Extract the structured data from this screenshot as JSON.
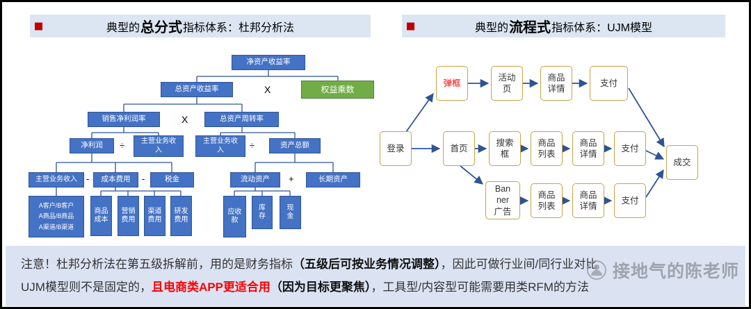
{
  "colors": {
    "node_blue": "#4472c4",
    "node_green": "#70ad47",
    "connector_blue": "#2e5395",
    "flow_border_gold": "#c9a243",
    "highlight_red": "#ff0000",
    "title_bg": "#dce6f2",
    "note_bg": "#dbe3f3",
    "title_marker_red": "#c00000"
  },
  "left_panel": {
    "title": {
      "prefix": "典型的",
      "emphasis": "总分式",
      "suffix": "指标体系：杜邦分析法"
    },
    "nodes": {
      "roe": "净资产收益率",
      "roa": "总资产收益率",
      "equity_multiplier": "权益乘数",
      "net_profit_margin": "销售净利润率",
      "asset_turnover": "总资产周转率",
      "net_profit": "净利润",
      "revenue_l4a": "主营业务收\n入",
      "revenue_l4b": "主营业务收\n入",
      "total_assets": "资产总额",
      "revenue_l5": "主营业务收入",
      "cost_expense": "成本费用",
      "tax": "税金",
      "current_assets": "流动资产",
      "longterm_assets": "长期资产",
      "segments": "A客户/B客户\nA商品/B商品\nA渠道/B渠道",
      "product_cost": "商品\n成本",
      "marketing_expense": "营销\n费用",
      "channel_expense": "渠道\n费用",
      "rd_expense": "研发\n费用",
      "receivables": "应收\n款",
      "inventory": "库\n存",
      "cash": "现\n金"
    },
    "operators": {
      "multiply1": "X",
      "multiply2": "X",
      "divide1": "÷",
      "divide2": "÷",
      "minus1": "-",
      "minus2": "-",
      "plus1": "+"
    }
  },
  "right_panel": {
    "title": {
      "prefix": "典型的",
      "emphasis": "流程式",
      "suffix": "指标体系：UJM模型"
    },
    "nodes": {
      "login": "登录",
      "popup": "弹框",
      "activity_page": "活动\n页",
      "product_detail_row1": "商品\n详情",
      "pay_row1": "支付",
      "home": "首页",
      "search_box": "搜索\n框",
      "product_list_row2": "商品\n列表",
      "product_detail_row2": "商品\n详情",
      "pay_row2": "支付",
      "banner_ad": "Ban\nner\n广告",
      "product_list_row3": "商品\n列表",
      "product_detail_row3": "商品\n详情",
      "pay_row3": "支付",
      "deal": "成交"
    }
  },
  "note": {
    "line1": [
      {
        "text": "注意！杜邦分析法在第五级拆解前，用的是财务指标"
      },
      {
        "text": "（五级后可按业务情况调整）"
      },
      {
        "text": "，因此可做行业间/同行业对比"
      }
    ],
    "line2": [
      {
        "text": "UJM模型则不是固定的，"
      },
      {
        "text": "且电商类APP更适合用"
      },
      {
        "text": "（因为目标更聚焦）"
      },
      {
        "text": "，工具型/内容型可能需要用类RFM的方法"
      }
    ]
  },
  "watermark": {
    "text": "接地气的陈老师"
  }
}
